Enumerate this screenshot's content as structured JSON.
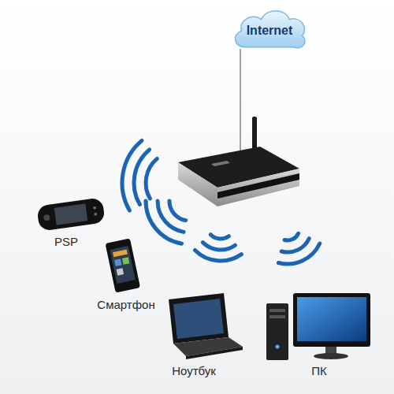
{
  "diagram": {
    "nodes": [
      {
        "text": [
          "Internet"
        ]
      }
    ],
    "labels": [
      "PSP",
      "Смартфон",
      "Ноутбук",
      "ПК"
    ]
  }
}
